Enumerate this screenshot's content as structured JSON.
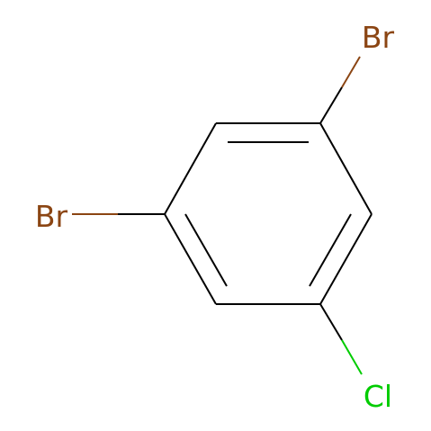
{
  "molecule": {
    "atoms": {
      "br_top": {
        "symbol": "Br",
        "color": "#8B4513"
      },
      "br_left": {
        "symbol": "Br",
        "color": "#8B4513"
      },
      "cl_bottom": {
        "symbol": "Cl",
        "color": "#00CC00"
      }
    },
    "bond_color": "#000000"
  }
}
